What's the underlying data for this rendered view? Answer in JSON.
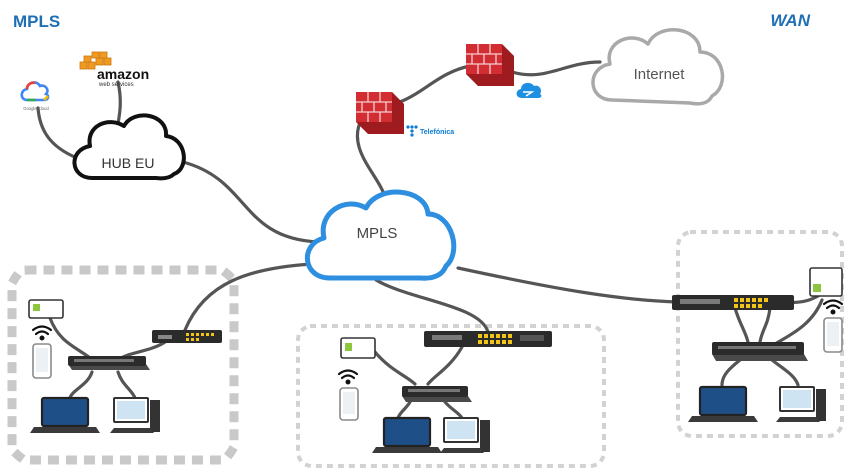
{
  "titles": {
    "left": "MPLS",
    "right": "WAN"
  },
  "clouds": {
    "internet": "Internet",
    "hub": "HUB EU",
    "mpls": "MPLS"
  },
  "providers": {
    "aws_main": "amazon",
    "aws_sub": "web services",
    "gcloud": "Google Cloud",
    "telefonica": "Telefónica"
  },
  "colors": {
    "title_blue": "#1f6fb5",
    "mpls_cloud": "#2e8fe0",
    "link": "#555555",
    "firewall": "#c8262c",
    "site_border": "#c9c9c9",
    "switch_body": "#2b2b2b",
    "port_yellow": "#f2c318",
    "wifi_green": "#8dc63f"
  }
}
